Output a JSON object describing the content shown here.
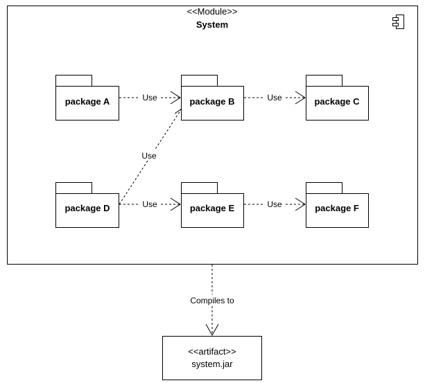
{
  "module": {
    "stereotype": "<<Module>>",
    "name": "System"
  },
  "packages": {
    "a": "package A",
    "b": "package B",
    "c": "package C",
    "d": "package D",
    "e": "package E",
    "f": "package F"
  },
  "dependencies": [
    {
      "from": "package A",
      "to": "package B",
      "label": "Use"
    },
    {
      "from": "package B",
      "to": "package C",
      "label": "Use"
    },
    {
      "from": "package D",
      "to": "package B",
      "label": "Use"
    },
    {
      "from": "package D",
      "to": "package E",
      "label": "Use"
    },
    {
      "from": "package E",
      "to": "package F",
      "label": "Use"
    }
  ],
  "compile_edge": {
    "label": "Compiles to"
  },
  "artifact": {
    "stereotype": "<<artifact>>",
    "name": "system.jar"
  },
  "icons": {
    "module": "component-icon"
  },
  "colors": {
    "line": "#000000",
    "background": "#ffffff"
  }
}
